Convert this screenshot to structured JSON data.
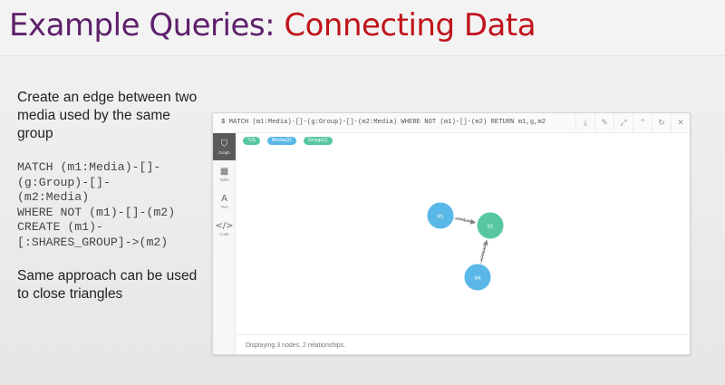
{
  "slide": {
    "title_part1": "Example Queries: ",
    "title_part2": "Connecting Data",
    "description": "Create an edge between two media used by the same group",
    "code": "MATCH (m1:Media)-[]-\n(g:Group)-[]-\n(m2:Media)\nWHERE NOT (m1)-[]-(m2)\nCREATE (m1)-\n[:SHARES_GROUP]->(m2)",
    "note": "Same approach can be used to close triangles"
  },
  "browser": {
    "command": "$ MATCH (m1:Media)-[]-(g:Group)-[]-(m2:Media) WHERE NOT (m1)-[]-(m2) RETURN m1,g,m2",
    "toolbar_icons": [
      "download-icon",
      "pin-icon",
      "expand-icon",
      "collapse-icon",
      "refresh-icon",
      "close-icon"
    ],
    "sidebar": [
      {
        "label": "Graph",
        "icon": "graph-icon",
        "glyph": "⛉",
        "active": true
      },
      {
        "label": "Table",
        "icon": "table-icon",
        "glyph": "▦",
        "active": false
      },
      {
        "label": "Text",
        "icon": "text-icon",
        "glyph": "A",
        "active": false
      },
      {
        "label": "Code",
        "icon": "code-icon",
        "glyph": "</>",
        "active": false
      }
    ],
    "tags": [
      {
        "label": "*(3)",
        "color": "#57c7a3"
      },
      {
        "label": "Media(2)",
        "color": "#5ab8e8"
      },
      {
        "label": "Group(1)",
        "color": "#57c7a3"
      }
    ],
    "graph": {
      "nodes": [
        {
          "label": "M1",
          "color": "#5ab8e8",
          "type": "Media"
        },
        {
          "label": "G1",
          "color": "#57c7a3",
          "type": "Group"
        },
        {
          "label": "M4",
          "color": "#5ab8e8",
          "type": "Media"
        }
      ],
      "edges": [
        {
          "from": 0,
          "to": 1,
          "label": "APPEAR..."
        },
        {
          "from": 2,
          "to": 1,
          "label": "APPEAR..."
        }
      ]
    },
    "status": "Displaying 3 nodes, 2 relationships."
  }
}
